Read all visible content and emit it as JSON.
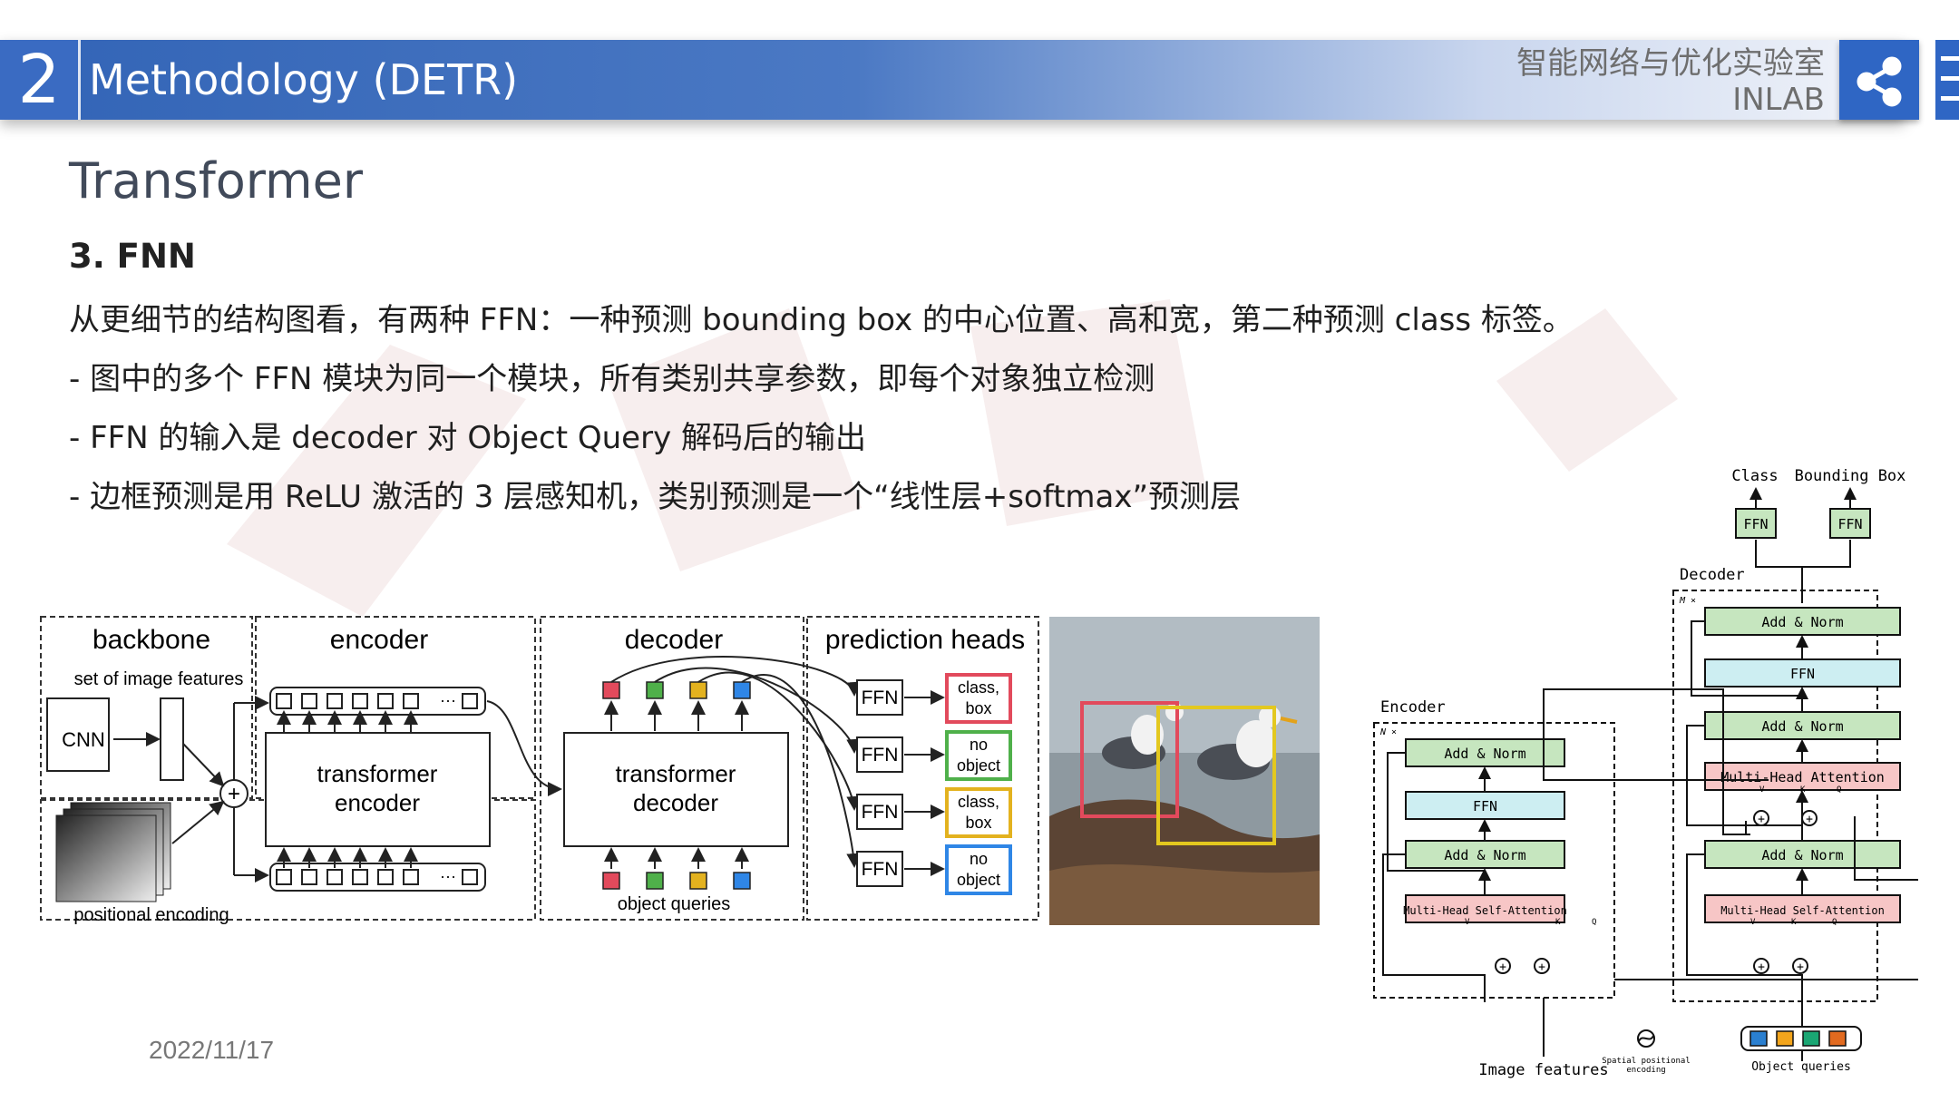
{
  "header": {
    "section_number": "2",
    "section_title": "Methodology (DETR)",
    "lab_name_cn": "智能网络与优化实验室",
    "lab_name_en": "INLAB",
    "accent_color": "#3a6bc2"
  },
  "content": {
    "heading": "Transformer",
    "subheading": "3. FNN",
    "lines": [
      "从更细节的结构图看，有两种 FFN：一种预测 bounding box 的中心位置、高和宽，第二种预测 class 标签。",
      "- 图中的多个 FFN 模块为同一个模块，所有类别共享参数，即每个对象独立检测",
      "- FFN 的输入是 decoder 对 Object Query 解码后的输出",
      "- 边框预测是用 ReLU 激活的 3 层感知机，类别预测是一个“线性层+softmax”预测层"
    ]
  },
  "pipeline": {
    "backbone": "backbone",
    "image_features": "set of image features",
    "cnn": "CNN",
    "positional_encoding": "positional encoding",
    "encoder": "encoder",
    "transformer_encoder_1": "transformer",
    "transformer_encoder_2": "encoder",
    "decoder": "decoder",
    "transformer_decoder_1": "transformer",
    "transformer_decoder_2": "decoder",
    "object_queries": "object queries",
    "prediction_heads": "prediction heads",
    "ffn": "FFN",
    "ellipsis": "···",
    "plus": "+",
    "outputs": [
      {
        "line1": "class,",
        "line2": "box",
        "color": "#e24a5c"
      },
      {
        "line1": "no",
        "line2": "object",
        "color": "#4fb04a"
      },
      {
        "line1": "class,",
        "line2": "box",
        "color": "#e3b21f"
      },
      {
        "line1": "no",
        "line2": "object",
        "color": "#2f86e6"
      }
    ],
    "query_colors": [
      "#e24a5c",
      "#4fb04a",
      "#e3b21f",
      "#2f86e6"
    ]
  },
  "architecture": {
    "class": "Class",
    "bounding_box": "Bounding Box",
    "ffn": "FFN",
    "decoder_label": "Decoder",
    "decoder_repeat": "M ×",
    "encoder_label": "Encoder",
    "encoder_repeat": "N ×",
    "add_norm": "Add & Norm",
    "multi_head_attention": "Multi-Head Attention",
    "multi_head_self_attention": "Multi-Head Self-Attention",
    "v": "V",
    "k": "K",
    "q": "Q",
    "image_features": "Image features",
    "spatial_encoding_1": "Spatial positional",
    "spatial_encoding_2": "encoding",
    "object_queries": "Object queries",
    "query_colors": [
      "#2a7fd0",
      "#f3a51c",
      "#1aa673",
      "#e26a1f"
    ]
  },
  "footer": {
    "date": "2022/11/17"
  }
}
